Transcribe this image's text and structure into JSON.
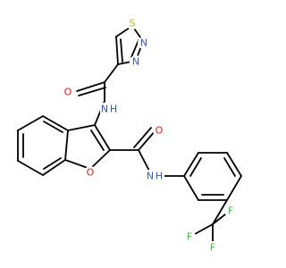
{
  "colors": {
    "bond": "#000000",
    "carbon": "#000000",
    "nitrogen": "#3050F8",
    "oxygen": "#FF0D0D",
    "sulfur": "#C8B400",
    "fluorine": "#33CC33"
  },
  "atoms": {
    "s1": {
      "label": "S",
      "element": "sulfur"
    },
    "n2": {
      "label": "N",
      "element": "nitrogen"
    },
    "n3": {
      "label": "N",
      "element": "nitrogen"
    },
    "o_amide1": {
      "label": "O",
      "element": "oxygen"
    },
    "nh_amide1": {
      "label": "N",
      "h_label": "H",
      "element": "nitrogen"
    },
    "o_furan": {
      "label": "O",
      "element": "oxygen"
    },
    "o_amide2": {
      "label": "O",
      "element": "oxygen"
    },
    "nh_amide2": {
      "label": "N",
      "h_label": "H",
      "element": "nitrogen"
    },
    "f1": {
      "label": "F",
      "element": "fluorine"
    },
    "f2": {
      "label": "F",
      "element": "fluorine"
    },
    "f3": {
      "label": "F",
      "element": "fluorine"
    }
  }
}
